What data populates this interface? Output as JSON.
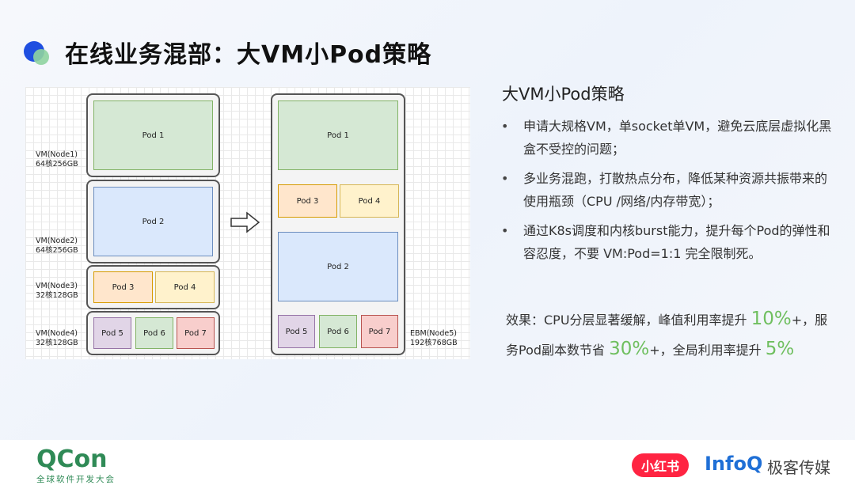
{
  "title": "在线业务混部：大VM小Pod策略",
  "diagram": {
    "left_nodes": [
      {
        "name": "VM(Node1)",
        "spec": "64核256GB"
      },
      {
        "name": "VM(Node2)",
        "spec": "64核256GB"
      },
      {
        "name": "VM(Node3)",
        "spec": "32核128GB"
      },
      {
        "name": "VM(Node4)",
        "spec": "32核128GB"
      }
    ],
    "right_node": {
      "name": "EBM(Node5)",
      "spec": "192核768GB"
    },
    "pods": {
      "p1": "Pod 1",
      "p2": "Pod 2",
      "p3": "Pod 3",
      "p4": "Pod 4",
      "p5": "Pod 5",
      "p6": "Pod 6",
      "p7": "Pod 7"
    },
    "colors": {
      "pod1": "#d5e8d4",
      "pod2": "#dae8fc",
      "pod3": "#ffe6cc",
      "pod4": "#fff2cc",
      "pod5": "#e1d5e7",
      "pod6": "#d5e8d4",
      "pod7": "#f8cecc"
    }
  },
  "right": {
    "heading": "大VM小Pod策略",
    "bullets": [
      "申请大规格VM，单socket单VM，避免云底层虚拟化黑盒不受控的问题；",
      "多业务混跑，打散热点分布，降低某种资源共振带来的使用瓶颈（CPU /网络/内存带宽）；",
      "通过K8s调度和内核burst能力，提升每个Pod的弹性和容忍度，不要 VM:Pod=1:1 完全限制死。"
    ],
    "effect": {
      "prefix": "效果：CPU分层显著缓解，峰值利用率提升",
      "v1": "10%",
      "mid1": "+，服务Pod副本数节省",
      "v2": "30%",
      "mid2": "+，全局利用率提升",
      "v3": "5%"
    }
  },
  "footer": {
    "qcon": "QCon",
    "qcon_sub": "全球软件开发大会",
    "xhs": "小红书",
    "infoq": "InfoQ",
    "infoq_cn": "极客传媒"
  }
}
